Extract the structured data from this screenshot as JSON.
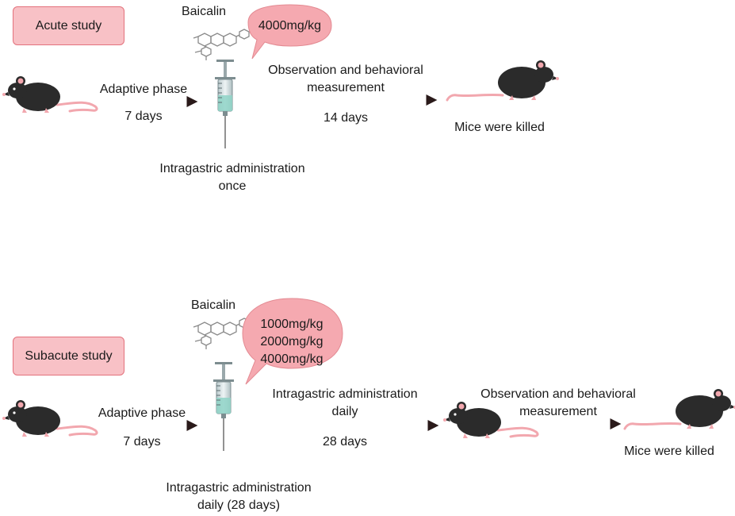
{
  "acute": {
    "label": "Acute study",
    "compound": "Baicalin",
    "doses": [
      "4000mg/kg"
    ],
    "phase1_label": "Adaptive phase",
    "phase1_duration": "7 days",
    "administration": [
      "Intragastric administration",
      "once"
    ],
    "phase2_label": [
      "Observation and behavioral",
      "measurement"
    ],
    "phase2_duration": "14 days",
    "endpoint": "Mice were killed"
  },
  "subacute": {
    "label": "Subacute study",
    "compound": "Baicalin",
    "doses": [
      "1000mg/kg",
      "2000mg/kg",
      "4000mg/kg"
    ],
    "phase1_label": "Adaptive phase",
    "phase1_duration": "7 days",
    "administration": [
      "Intragastric administration",
      "daily (28 days)"
    ],
    "phase2_label": [
      "Intragastric administration",
      "daily"
    ],
    "phase2_duration": "28 days",
    "phase3_label": [
      "Observation and behavioral",
      "measurement"
    ],
    "endpoint": "Mice were killed"
  },
  "colors": {
    "box_fill": "#f8c1c6",
    "box_stroke": "#e3727c",
    "bubble_fill": "#f5a9b0",
    "mouse_body": "#2b2b2b",
    "mouse_pink": "#f2a7ae",
    "arrow": "#2a1a1a"
  }
}
